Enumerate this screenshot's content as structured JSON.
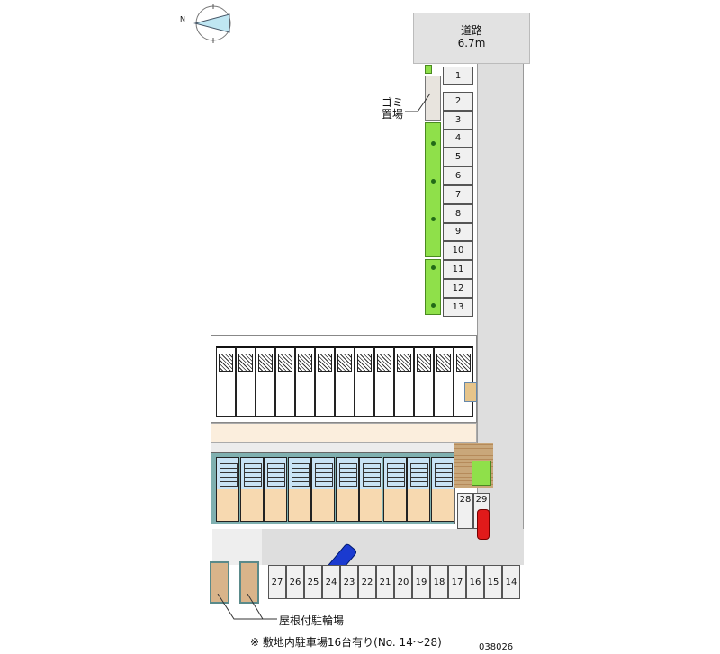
{
  "road": {
    "label": "道路",
    "width": "6.7m"
  },
  "garbage_label_1": "ゴミ",
  "garbage_label_2": "置場",
  "parking_right": [
    "1",
    "2",
    "3",
    "4",
    "5",
    "6",
    "7",
    "8",
    "9",
    "10",
    "11",
    "12",
    "13"
  ],
  "parking_bottom": [
    "27",
    "26",
    "25",
    "24",
    "23",
    "22",
    "21",
    "20",
    "19",
    "18",
    "17",
    "16",
    "15",
    "14"
  ],
  "parking_extra": [
    "28",
    "29"
  ],
  "bicycle_label": "屋根付駐輪場",
  "note": "※ 敷地内駐車場16台有り(No. 14～28)",
  "map_id": "038026",
  "compass_label": "N",
  "colors": {
    "green": "#8fe04a",
    "road": "#e2e2e2",
    "beige": "#f7d9b0",
    "blue": "#c8e3f5",
    "car_red": "#e01a1a",
    "car_blue": "#1a3ad0"
  }
}
